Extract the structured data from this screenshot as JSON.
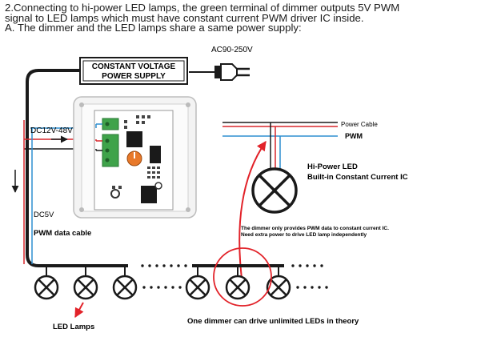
{
  "heading": {
    "line1": "2.Connecting to hi-power LED lamps, the green terminal of dimmer outputs 5V PWM",
    "line2": "signal to LED lamps which must have constant current PWM driver IC inside.",
    "line3": "A. The dimmer and the LED lamps share a same power supply:"
  },
  "labels": {
    "ac_input": "AC90-250V",
    "power_supply_line1": "CONSTANT VOLTAGE",
    "power_supply_line2": "POWER SUPPLY",
    "dc_input": "DC12V-48V",
    "dc5v": "DC5V",
    "pwm_data_cable": "PWM data cable",
    "power_cable": "Power Cable",
    "pwm": "PWM",
    "hi_power_led_line1": "Hi-Power LED",
    "hi_power_led_line2": "Built-in Constant Current IC",
    "note_line1": "The dimmer only provides PWM data to  constant current IC.",
    "note_line2": "Need extra power to drive LED lamp independently",
    "led_lamps": "LED Lamps",
    "unlimited": "One dimmer can drive unlimited LEDs in theory"
  },
  "colors": {
    "wire_black": "#1a1a1a",
    "wire_red": "#d8262b",
    "wire_blue": "#2f8fd0",
    "terminal_green": "#3fa34a",
    "knob_orange": "#e8792a",
    "arrow_red": "#e2232a"
  }
}
